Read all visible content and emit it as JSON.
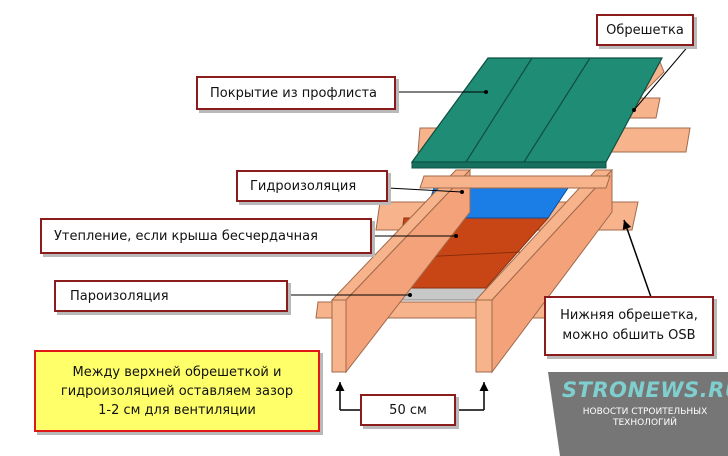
{
  "labels": {
    "obreshetka": "Обрешетка",
    "pokrytie": "Покрытие из профлиста",
    "gidroizolyaciya": "Гидроизоляция",
    "uteplenie": "Утепление, если крыша бесчердачная",
    "paroizolyaciya": "Пароизоляция",
    "nizhnyaya_line1": "Нижняя обрешетка,",
    "nizhnyaya_line2": "можно обшить OSB",
    "dimension": "50 см"
  },
  "note": {
    "line1": "Между верхней обрешеткой и",
    "line2": "гидроизоляцией оставляем зазор",
    "line3": "1-2 см для вентиляции"
  },
  "watermark": {
    "brand": "STRONEWS.RU",
    "tagline_line1": "НОВОСТИ СТРОИТЕЛЬНЫХ",
    "tagline_line2": "ТЕХНОЛОГИЙ"
  },
  "colors": {
    "roofing": "#1f8c75",
    "waterproofing": "#1a7ee6",
    "insulation": "#c84616",
    "vapor_barrier": "#c8c8c8",
    "wood": "#f7b48c",
    "label_border": "#8a1c1c",
    "note_background": "#ffff6a",
    "note_border": "#e01818"
  }
}
